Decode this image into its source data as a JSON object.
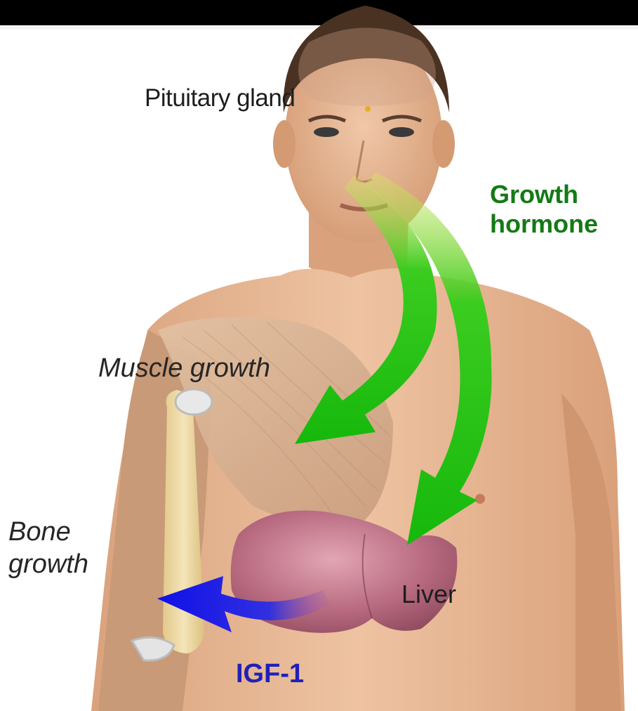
{
  "labels": {
    "pituitary": "Pituitary gland",
    "growth_hormone_line1": "Growth",
    "growth_hormone_line2": "hormone",
    "muscle_growth": "Muscle growth",
    "bone_growth_line1": "Bone",
    "bone_growth_line2": "growth",
    "liver": "Liver",
    "igf": "IGF-1"
  },
  "colors": {
    "growth_hormone_arrow": "#1fbf10",
    "igf_arrow": "#1414e0",
    "skin": "#e8b894",
    "hair": "#4a3222",
    "muscle": "#d8b494",
    "liver": "#b86a80",
    "bone": "#ecd9a0",
    "top_bar": "#000000"
  }
}
